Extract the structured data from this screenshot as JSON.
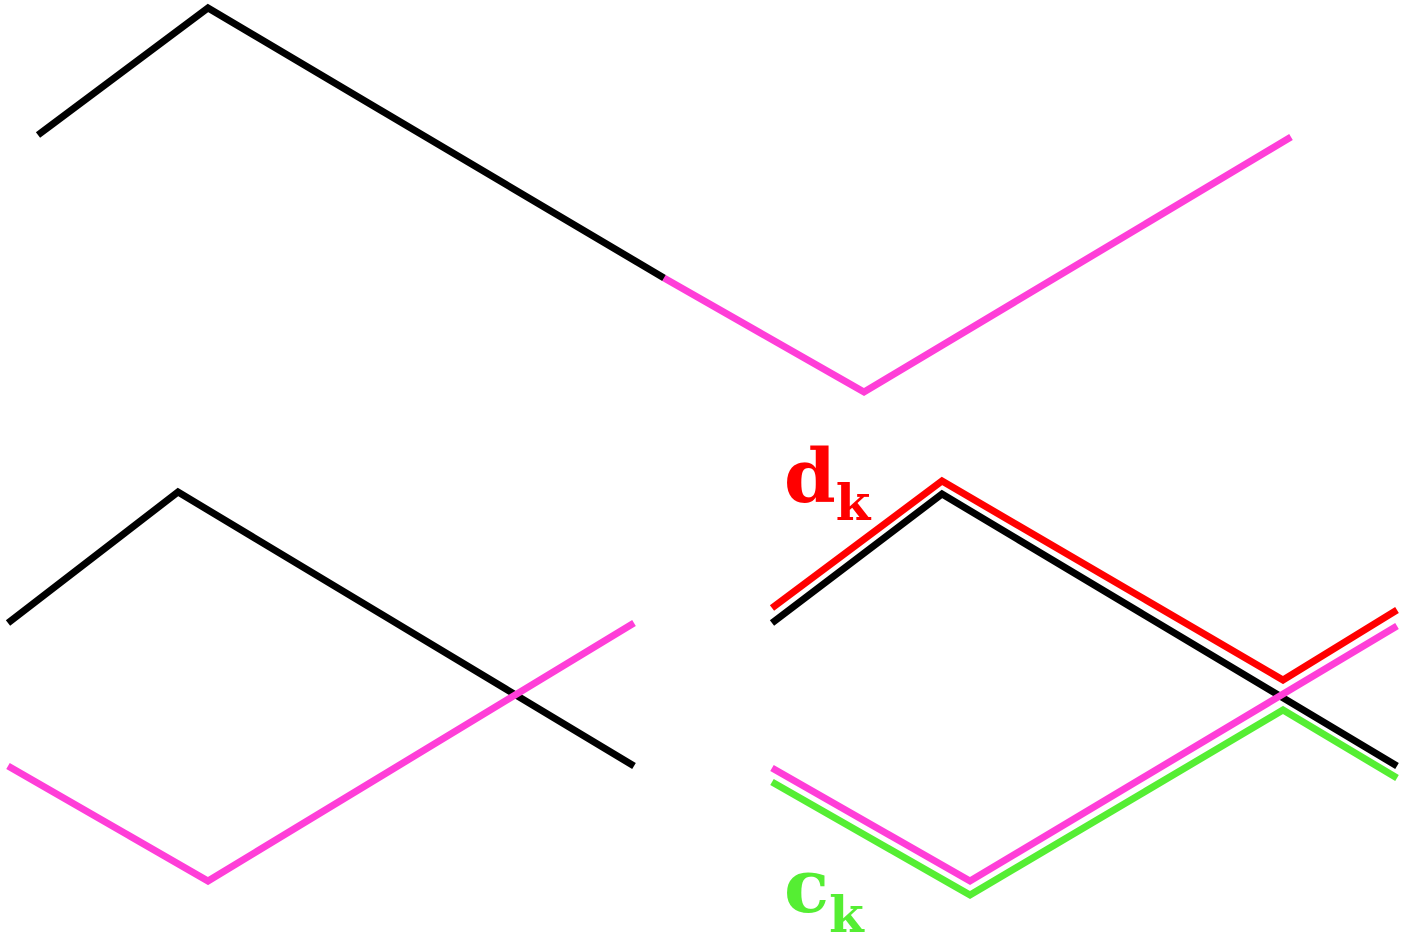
{
  "colors": {
    "black": "#000000",
    "magenta": "#ff3ed8",
    "red": "#ff0000",
    "green": "#55ee33"
  },
  "labels": {
    "d": {
      "main": "d",
      "sub": "k"
    },
    "c": {
      "main": "c",
      "sub": "k"
    }
  }
}
